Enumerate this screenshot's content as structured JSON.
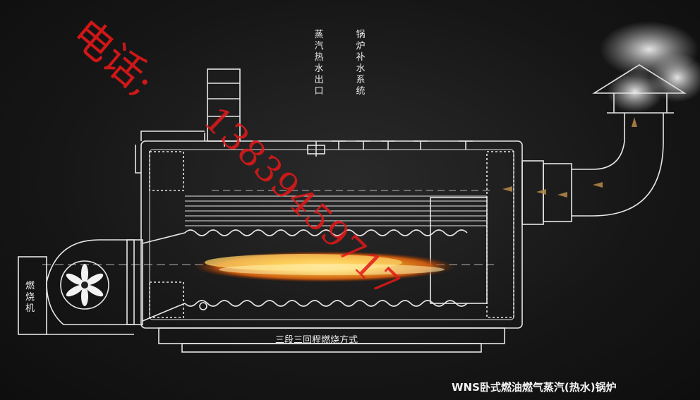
{
  "labels": {
    "steam_outlet": "蒸汽热水出口",
    "water_supply": "锅炉补水系统",
    "burner": "燃烧机",
    "combustion_mode": "三段三回程燃烧方式"
  },
  "caption": "WNS卧式燃油燃气蒸汽(热水)锅炉",
  "watermark": {
    "label": "电话;",
    "number": "13839459717"
  },
  "colors": {
    "background": "#141414",
    "line": "#e6e6e6",
    "flame": "#f5a623",
    "watermark": "#e41818",
    "smoke": "#d0d0d0"
  }
}
